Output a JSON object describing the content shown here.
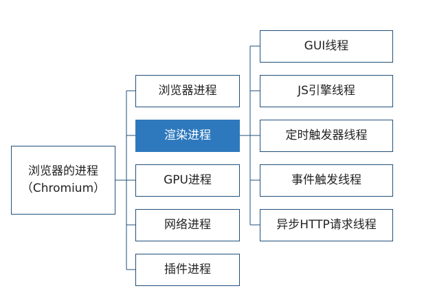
{
  "root": {
    "line1": "浏览器的进程",
    "line2": "（Chromium）"
  },
  "processes": [
    "浏览器进程",
    "渲染进程",
    "GPU进程",
    "网络进程",
    "插件进程"
  ],
  "active_process": "渲染进程",
  "threads": [
    "GUI线程",
    "JS引擎线程",
    "定时触发器线程",
    "事件触发线程",
    "异步HTTP请求线程"
  ],
  "colors": {
    "border": "#1f4e79",
    "active_fill": "#2e79bd",
    "active_text": "#ffffff",
    "text": "#222222"
  }
}
